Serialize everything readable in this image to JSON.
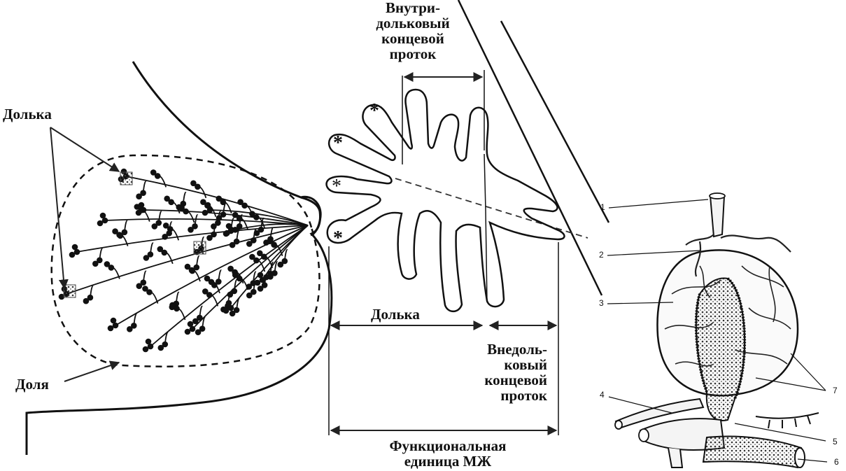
{
  "left_panel": {
    "lobule_label": "Долька",
    "lobe_label": "Доля"
  },
  "middle_panel": {
    "intralobular_duct_label": [
      "Внутри-",
      "дольковый",
      "концевой",
      "проток"
    ],
    "lobule_label": "Долька",
    "extralobular_duct_label": [
      "Внедоль-",
      "ковый",
      "концевой",
      "проток"
    ],
    "functional_unit_label": [
      "Функциональная",
      "единица МЖ"
    ],
    "asterisk": "*"
  },
  "right_panel": {
    "callouts": [
      "1",
      "2",
      "3",
      "4",
      "5",
      "6",
      "7"
    ]
  }
}
